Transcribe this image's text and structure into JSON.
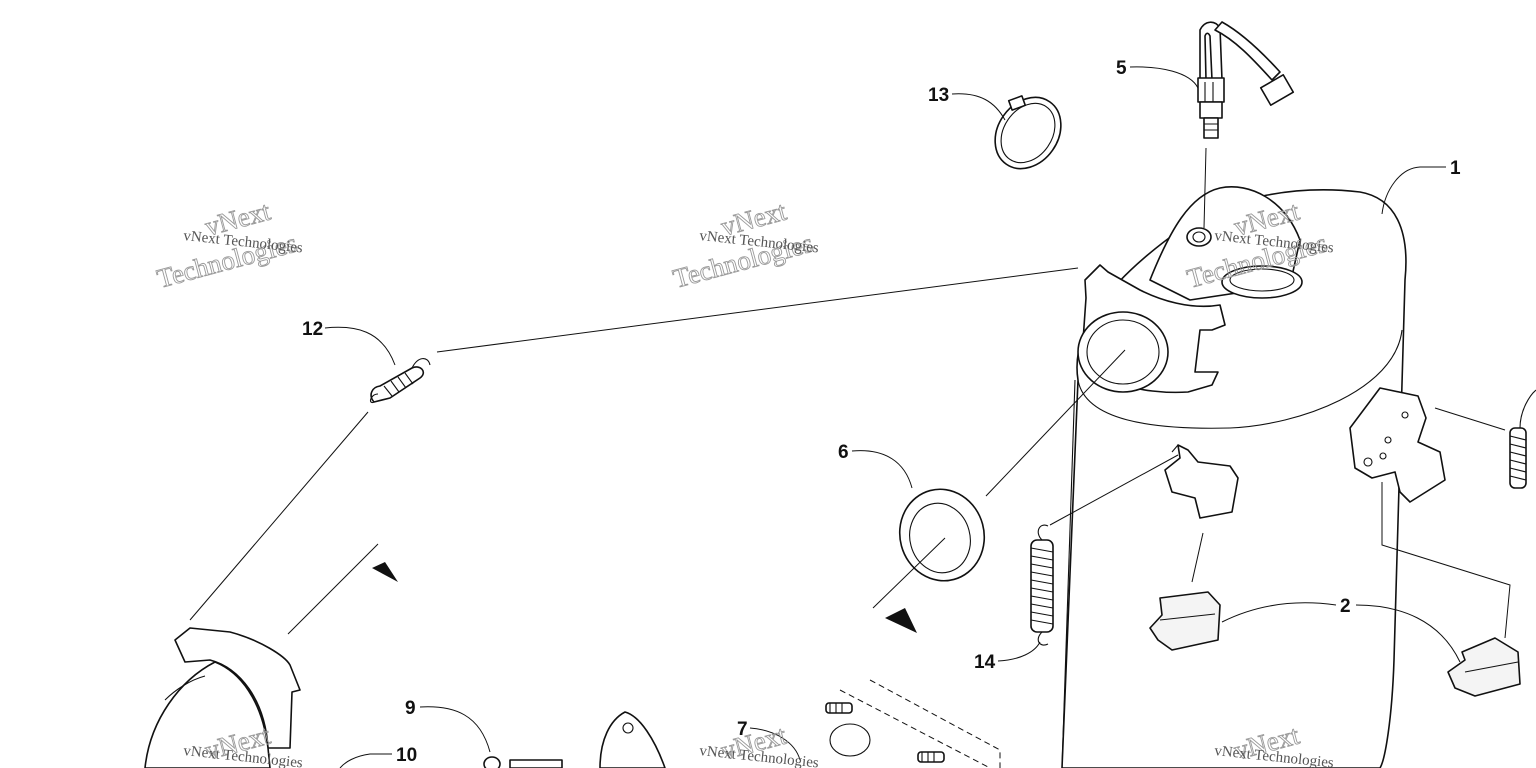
{
  "diagram": {
    "callouts": [
      "1",
      "2",
      "5",
      "6",
      "7",
      "9",
      "10",
      "12",
      "13",
      "14"
    ],
    "watermark": {
      "line1": "vNext Technologies",
      "line2_top": "vNext",
      "line2_bottom": "Technologies"
    }
  }
}
